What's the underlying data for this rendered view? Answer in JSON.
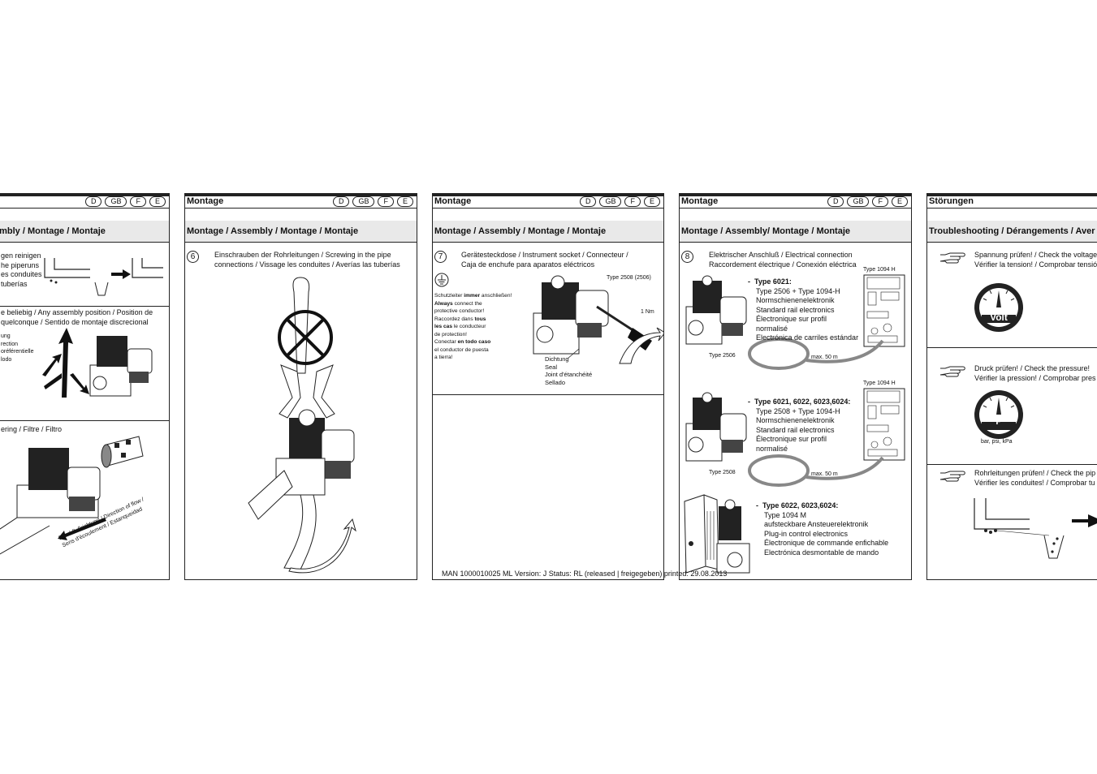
{
  "lang_codes": [
    "D",
    "GB",
    "F",
    "E"
  ],
  "panel1": {
    "subtitle": "embly / Montage / Montaje",
    "s1": [
      "gen reinigen",
      "he piperuns",
      "es conduites",
      "tuberías"
    ],
    "s2": [
      "e beliebig / Any assembly position / Position de",
      "quelconque / Sentido de montaje discrecional"
    ],
    "s2_small": [
      "ung",
      "rection",
      "oréférentielle",
      "lodo"
    ],
    "s3": "ering / Filtre / Filtro",
    "flow_label": [
      "Durchflußrichtung / Direction of flow /",
      "Sens d'écoulement / Estanqueidad"
    ]
  },
  "panel2": {
    "title": "Montage",
    "subtitle": "Montage / Assembly / Montage / Montaje",
    "step": "6",
    "text": [
      "Einschrauben der Rohrleitungen / Screwing in the pipe",
      "connections / Vissage les conduites / Averías las tuberías"
    ]
  },
  "panel3": {
    "title": "Montage",
    "subtitle": "Montage / Assembly / Montage / Montaje",
    "step": "7",
    "text": [
      "Gerätesteckdose / Instrument socket / Connecteur /",
      "Caja de enchufe para aparatos eléctricos"
    ],
    "type_label": "Type 2508 (2506)",
    "torque": "1 Nm",
    "warn": [
      [
        "Schutzleiter ",
        "immer",
        " anschließen!"
      ],
      [
        "",
        "Always",
        " connect the"
      ],
      [
        "protective conductor!",
        "",
        ""
      ],
      [
        "Raccordez dans ",
        "tous",
        ""
      ],
      [
        "",
        "les cas",
        " le conducteur"
      ],
      [
        "de protection!",
        "",
        ""
      ],
      [
        "Conectar ",
        "en todo caso",
        ""
      ],
      [
        "el conductor de puesta",
        "",
        ""
      ],
      [
        "a tierra!",
        "",
        ""
      ]
    ],
    "seal": [
      "Dichtung",
      "Seal",
      "Joint d'étanchéité",
      "Sellado"
    ]
  },
  "panel4": {
    "title": "Montage",
    "subtitle": "Montage / Assembly/ Montage / Montaje",
    "step": "8",
    "text": [
      "Elektrischer Anschluß / Electrical connection",
      "Raccordement électrique / Conexión eléctrica"
    ],
    "block1_head": "Type 6021:",
    "block1": [
      "Type  2506  +  Type 1094-H",
      "Normschienenelektronik",
      "Standard rail electronics",
      "Électronique sur profil",
      "normalisé",
      "Electrónica de carriles estándar"
    ],
    "block2_head": "Type 6021, 6022, 6023,6024:",
    "block2": [
      "Type  2508  +  Type 1094-H",
      "Normschienenelektronik",
      "Standard rail electronics",
      "Électronique sur profil",
      "normalisé"
    ],
    "block3_head": "Type 6022, 6023,6024:",
    "block3": [
      "Type 1094 M",
      "aufsteckbare Ansteuerelektronik",
      "Plug-in control electronics",
      "Électronique de commande enfichable",
      "Electrónica desmontable de mando"
    ],
    "type_h": "Type 1094 H",
    "type_2506": "Type 2506",
    "type_2508": "Type 2508",
    "max": "max. 50 m"
  },
  "panel5": {
    "title": "Störungen",
    "subtitle": "Troubleshooting / Dérangements / Aver",
    "t1": [
      "Spannung prüfen! / Check the voltage",
      "Vérifier la tension! / Comprobar tensió"
    ],
    "volt": "Volt",
    "t2": [
      "Druck prüfen! / Check the pressure!",
      "Vérifier la pression! / Comprobar pres"
    ],
    "p": "P",
    "units": "bar, psi, kPa",
    "t3": [
      "Rohrleitungen prüfen! / Check the pip",
      "Vérifier les conduites! / Comprobar tu"
    ]
  },
  "footer": "MAN  1000010025  ML  Version: J Status: RL (released | freigegeben)  printed: 29.08.2013"
}
